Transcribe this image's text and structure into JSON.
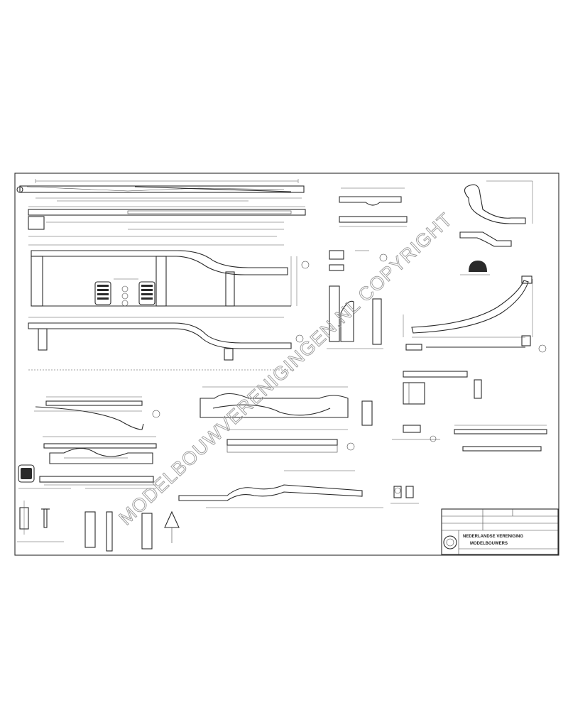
{
  "watermark": "MODELBOUWVERENIGINGEN.NL COPYRIGHT",
  "title_block": {
    "org_line_1": "NEDERLANDSE VERENIGING",
    "org_line_2": "MODELBOUWERS"
  },
  "colors": {
    "ink": "#2a2a2a",
    "paper": "#ffffff",
    "watermark": "#9a9a9a"
  }
}
